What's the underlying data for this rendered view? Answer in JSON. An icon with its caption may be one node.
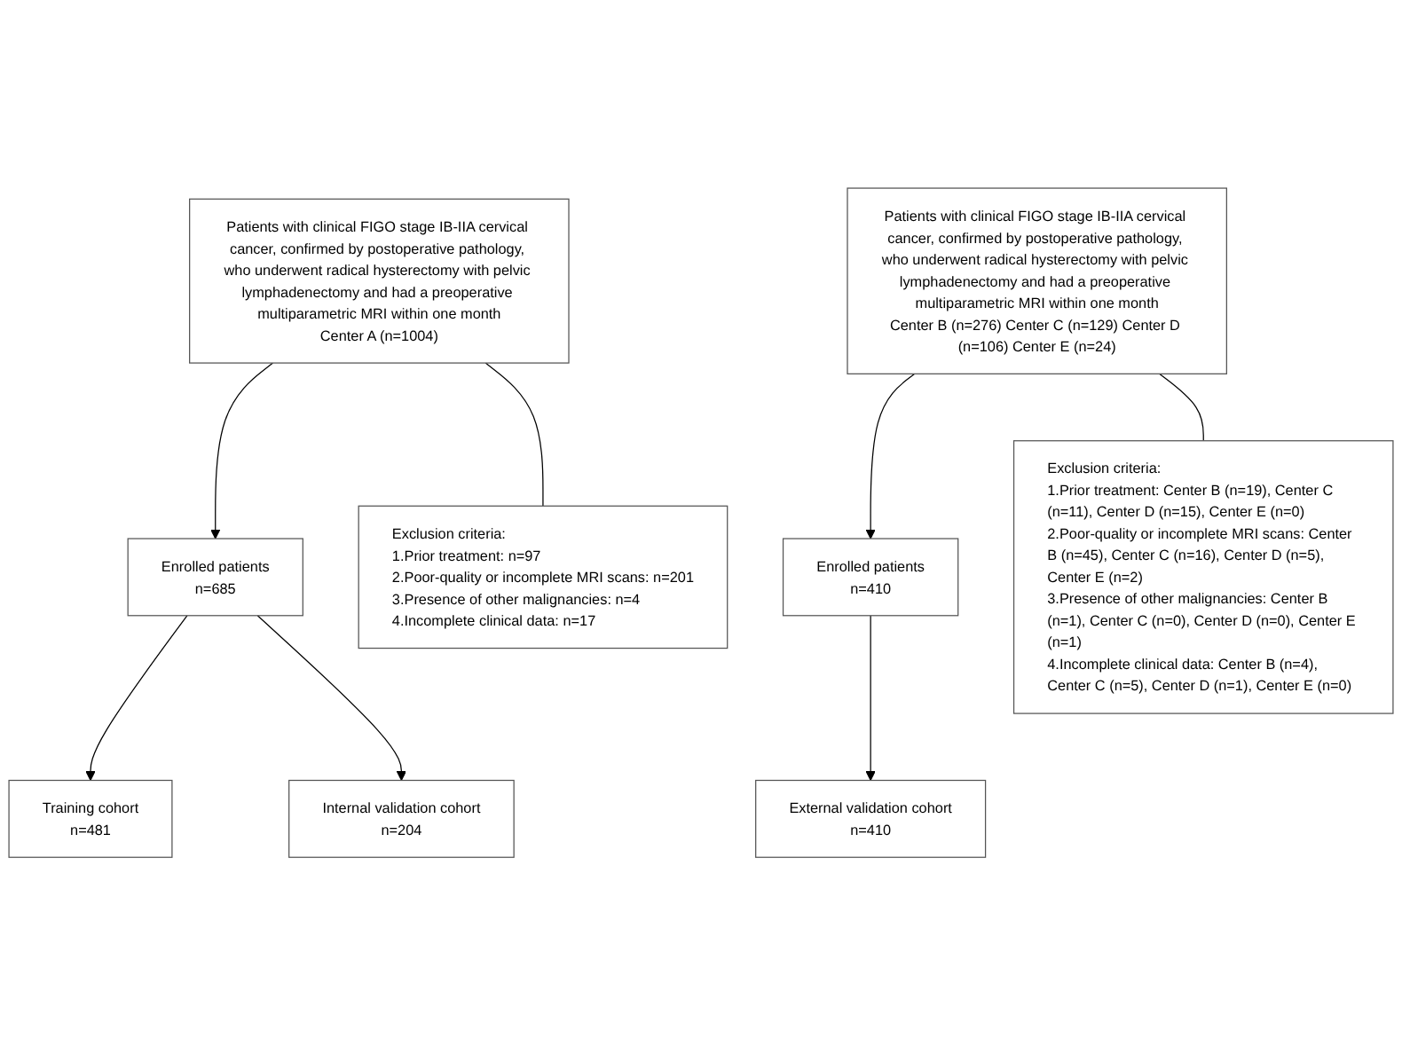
{
  "diagram": {
    "nodes": [
      {
        "text": [
          "Patients with clinical FIGO stage IB-IIA cervical cancer, confirmed by postoperative pathology, who underwent radical hysterectomy with pelvic lymphadenectomy and had a preoperative multiparametric MRI within one month",
          "Center A (n=1004)"
        ]
      },
      {
        "text": [
          "Exclusion criteria:",
          "1.Prior treatment: n=97",
          "2.Poor-quality or incomplete MRI scans: n=201",
          "3.Presence of other malignancies: n=4",
          "4.Incomplete clinical data: n=17"
        ]
      },
      {
        "text": [
          "Enrolled patients",
          "n=685"
        ]
      },
      {
        "text": [
          "Training cohort",
          "n=481"
        ]
      },
      {
        "text": [
          "Internal validation cohort",
          "n=204"
        ]
      },
      {
        "text": [
          "Patients with clinical FIGO stage IB-IIA cervical cancer, confirmed by postoperative pathology, who underwent radical hysterectomy with pelvic lymphadenectomy and had a preoperative multiparametric MRI within one month",
          "Center B (n=276) Center C (n=129) Center D (n=106) Center E (n=24)"
        ]
      },
      {
        "text": [
          "Exclusion criteria:",
          "1.Prior treatment: Center B (n=19), Center C (n=11), Center D (n=15), Center E (n=0)",
          "2.Poor-quality or incomplete MRI scans: Center B (n=45), Center C (n=16), Center D (n=5), Center E (n=2)",
          "3.Presence of other malignancies: Center B (n=1), Center C (n=0), Center D (n=0), Center E (n=1)",
          "4.Incomplete clinical data: Center B (n=4), Center C (n=5), Center D (n=1), Center E (n=0)"
        ]
      },
      {
        "text": [
          "Enrolled patients",
          "n=410"
        ]
      },
      {
        "text": [
          "External validation cohort",
          "n=410"
        ]
      }
    ],
    "edges": [
      {
        "from": 0,
        "to": 1,
        "arrow": "none"
      },
      {
        "from": 0,
        "to": 2,
        "arrow": "to"
      },
      {
        "from": 2,
        "to": 3,
        "arrow": "to"
      },
      {
        "from": 2,
        "to": 4,
        "arrow": "to"
      },
      {
        "from": 5,
        "to": 6,
        "arrow": "none"
      },
      {
        "from": 5,
        "to": 7,
        "arrow": "to"
      },
      {
        "from": 7,
        "to": 8,
        "arrow": "to"
      }
    ]
  }
}
